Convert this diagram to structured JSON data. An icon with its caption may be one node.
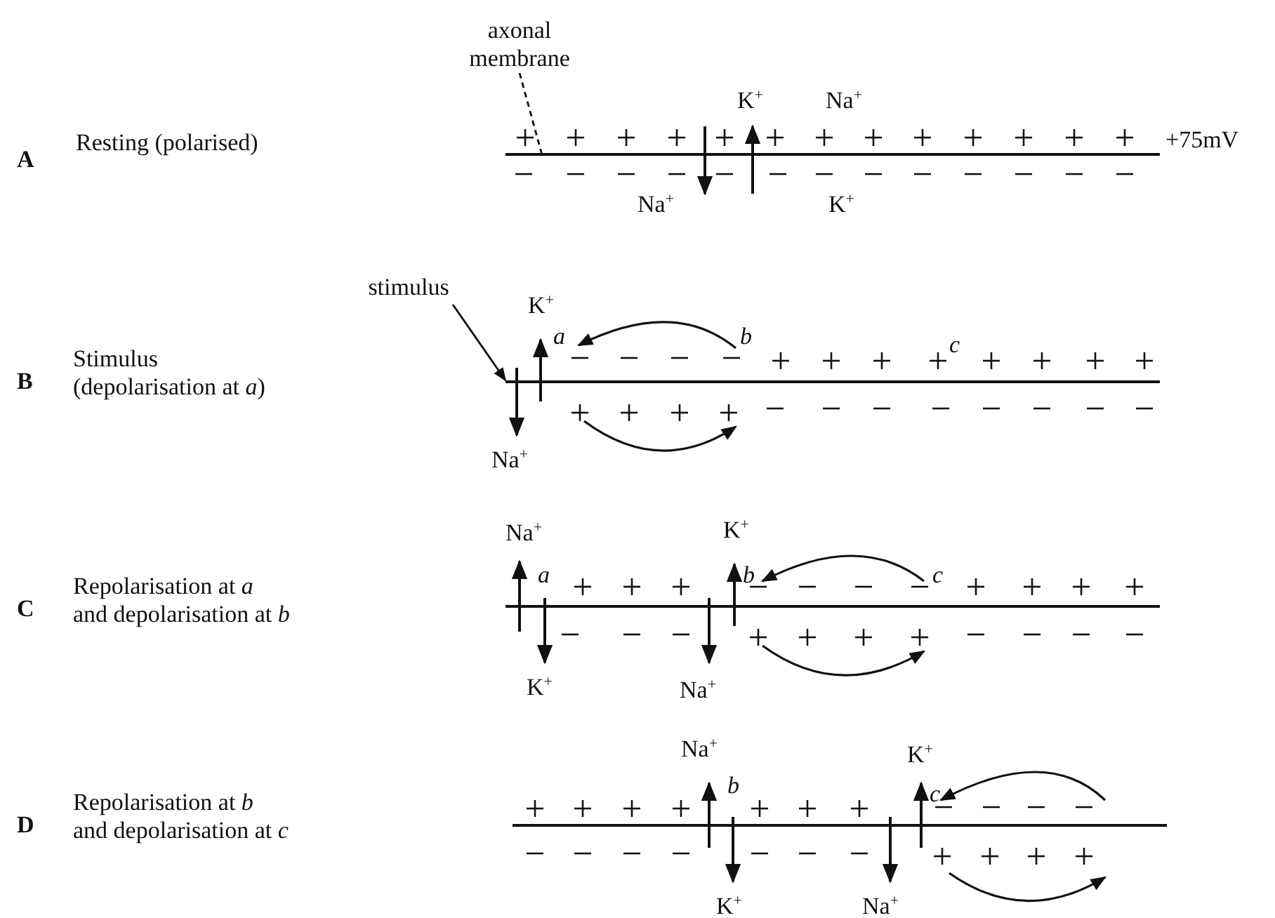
{
  "diagram": {
    "nodes": [
      {
        "text": [
          "axonal membrane"
        ]
      },
      {
        "text": [],
        "shape": "bar"
      },
      {
        "text": [
          "stimulus"
        ]
      },
      {
        "text": [],
        "shape": "bar"
      },
      {
        "text": [],
        "shape": "bar"
      },
      {
        "text": [],
        "shape": "bar"
      }
    ],
    "edges": [
      {
        "from": 0,
        "to": 1,
        "arrow": "none",
        "style": "dashed"
      },
      {
        "from": 2,
        "to": 3,
        "arrow": "to"
      }
    ],
    "labels": [
      "A",
      "Resting (polarised)",
      "K$^{+}$",
      "Na$^{+}$",
      "+75mV",
      "Na$^{+}$",
      "K$^{+}$",
      "B",
      "Stimulus (depolarisation at *a*)",
      "K$^{+}$",
      "a",
      "b",
      "c",
      "Na$^{+}$",
      "C",
      "Repolarisation at *a* and depolarisation at *b*",
      "Na$^{+}$",
      "a",
      "K$^{+}$",
      "b",
      "c",
      "K$^{+}$",
      "Na$^{+}$",
      "D",
      "Repolarisation at *b* and depolarisation at *c*",
      "Na$^{+}$",
      "b",
      "K$^{+}$",
      "c",
      "K$^{+}$",
      "Na$^{+}$"
    ]
  }
}
